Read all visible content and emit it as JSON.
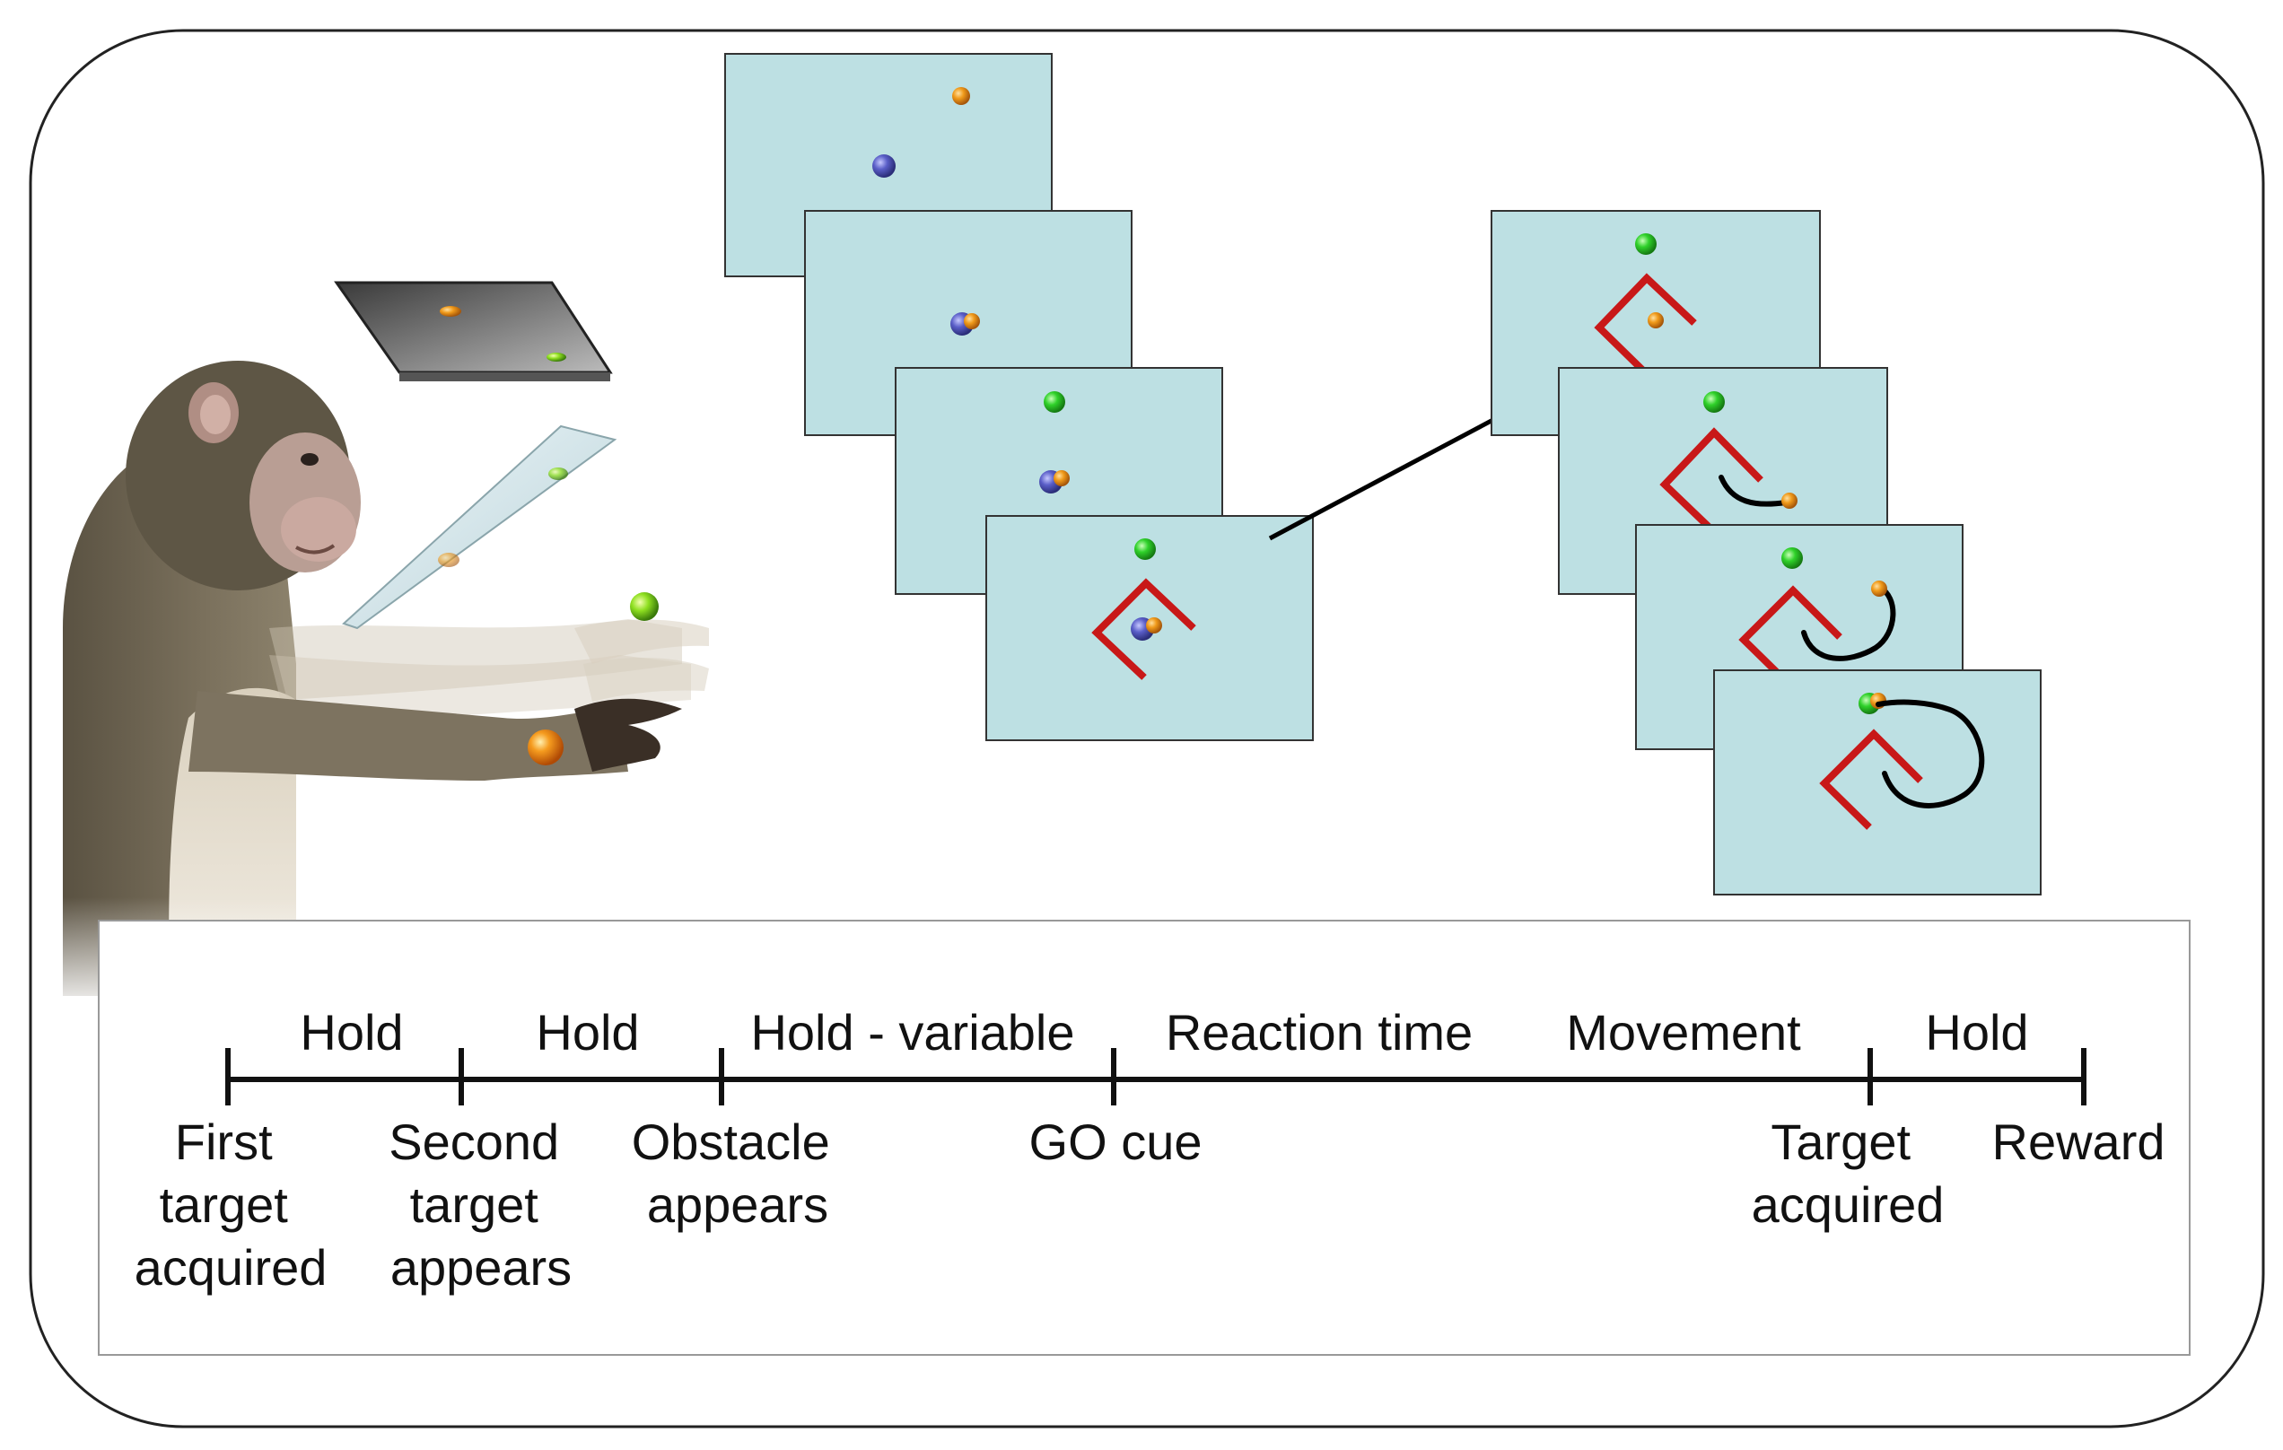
{
  "timeline": {
    "phases": [
      {
        "id": "hold-1",
        "label": "Hold"
      },
      {
        "id": "hold-2",
        "label": "Hold"
      },
      {
        "id": "hold-variable",
        "label": "Hold - variable"
      },
      {
        "id": "reaction-time",
        "label": "Reaction time"
      },
      {
        "id": "movement",
        "label": "Movement"
      },
      {
        "id": "hold-3",
        "label": "Hold"
      }
    ],
    "events": [
      {
        "id": "first-target-acquired",
        "lines": [
          "First",
          "target",
          "acquired"
        ]
      },
      {
        "id": "second-target-appears",
        "lines": [
          "Second",
          "target",
          "appears"
        ]
      },
      {
        "id": "obstacle-appears",
        "lines": [
          "Obstacle",
          "appears"
        ]
      },
      {
        "id": "go-cue",
        "lines": [
          "GO cue"
        ]
      },
      {
        "id": "target-acquired",
        "lines": [
          "Target",
          "acquired"
        ]
      },
      {
        "id": "reward",
        "lines": [
          "Reward"
        ]
      }
    ]
  },
  "colors": {
    "screen_fill": "#bde0e3",
    "screen_stroke": "#333333",
    "sphere_green": "#2fd12a",
    "sphere_orange": "#f09a1a",
    "sphere_blue": "#5a5ec8",
    "obstacle_red": "#c81818",
    "trajectory_black": "#000000",
    "frame_stroke": "#222222",
    "panel_stroke": "#888888",
    "monkey_fur": "#6e6552",
    "monkey_light_fur": "#d8cfbf"
  },
  "illustration": {
    "subject": "monkey-reaching",
    "upper_screen_icon": "monitor-panel-icon",
    "mirror_icon": "mirror-panel-icon",
    "hand_marker": "orange-sphere-marker"
  }
}
